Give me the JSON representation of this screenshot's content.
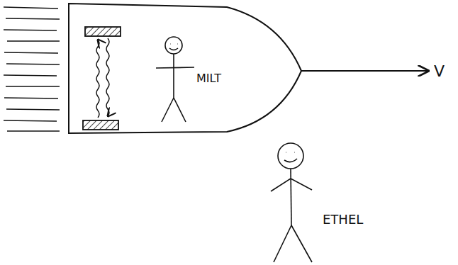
{
  "diagram": {
    "labels": [
      "MILT",
      "V",
      "ETHEL"
    ]
  }
}
